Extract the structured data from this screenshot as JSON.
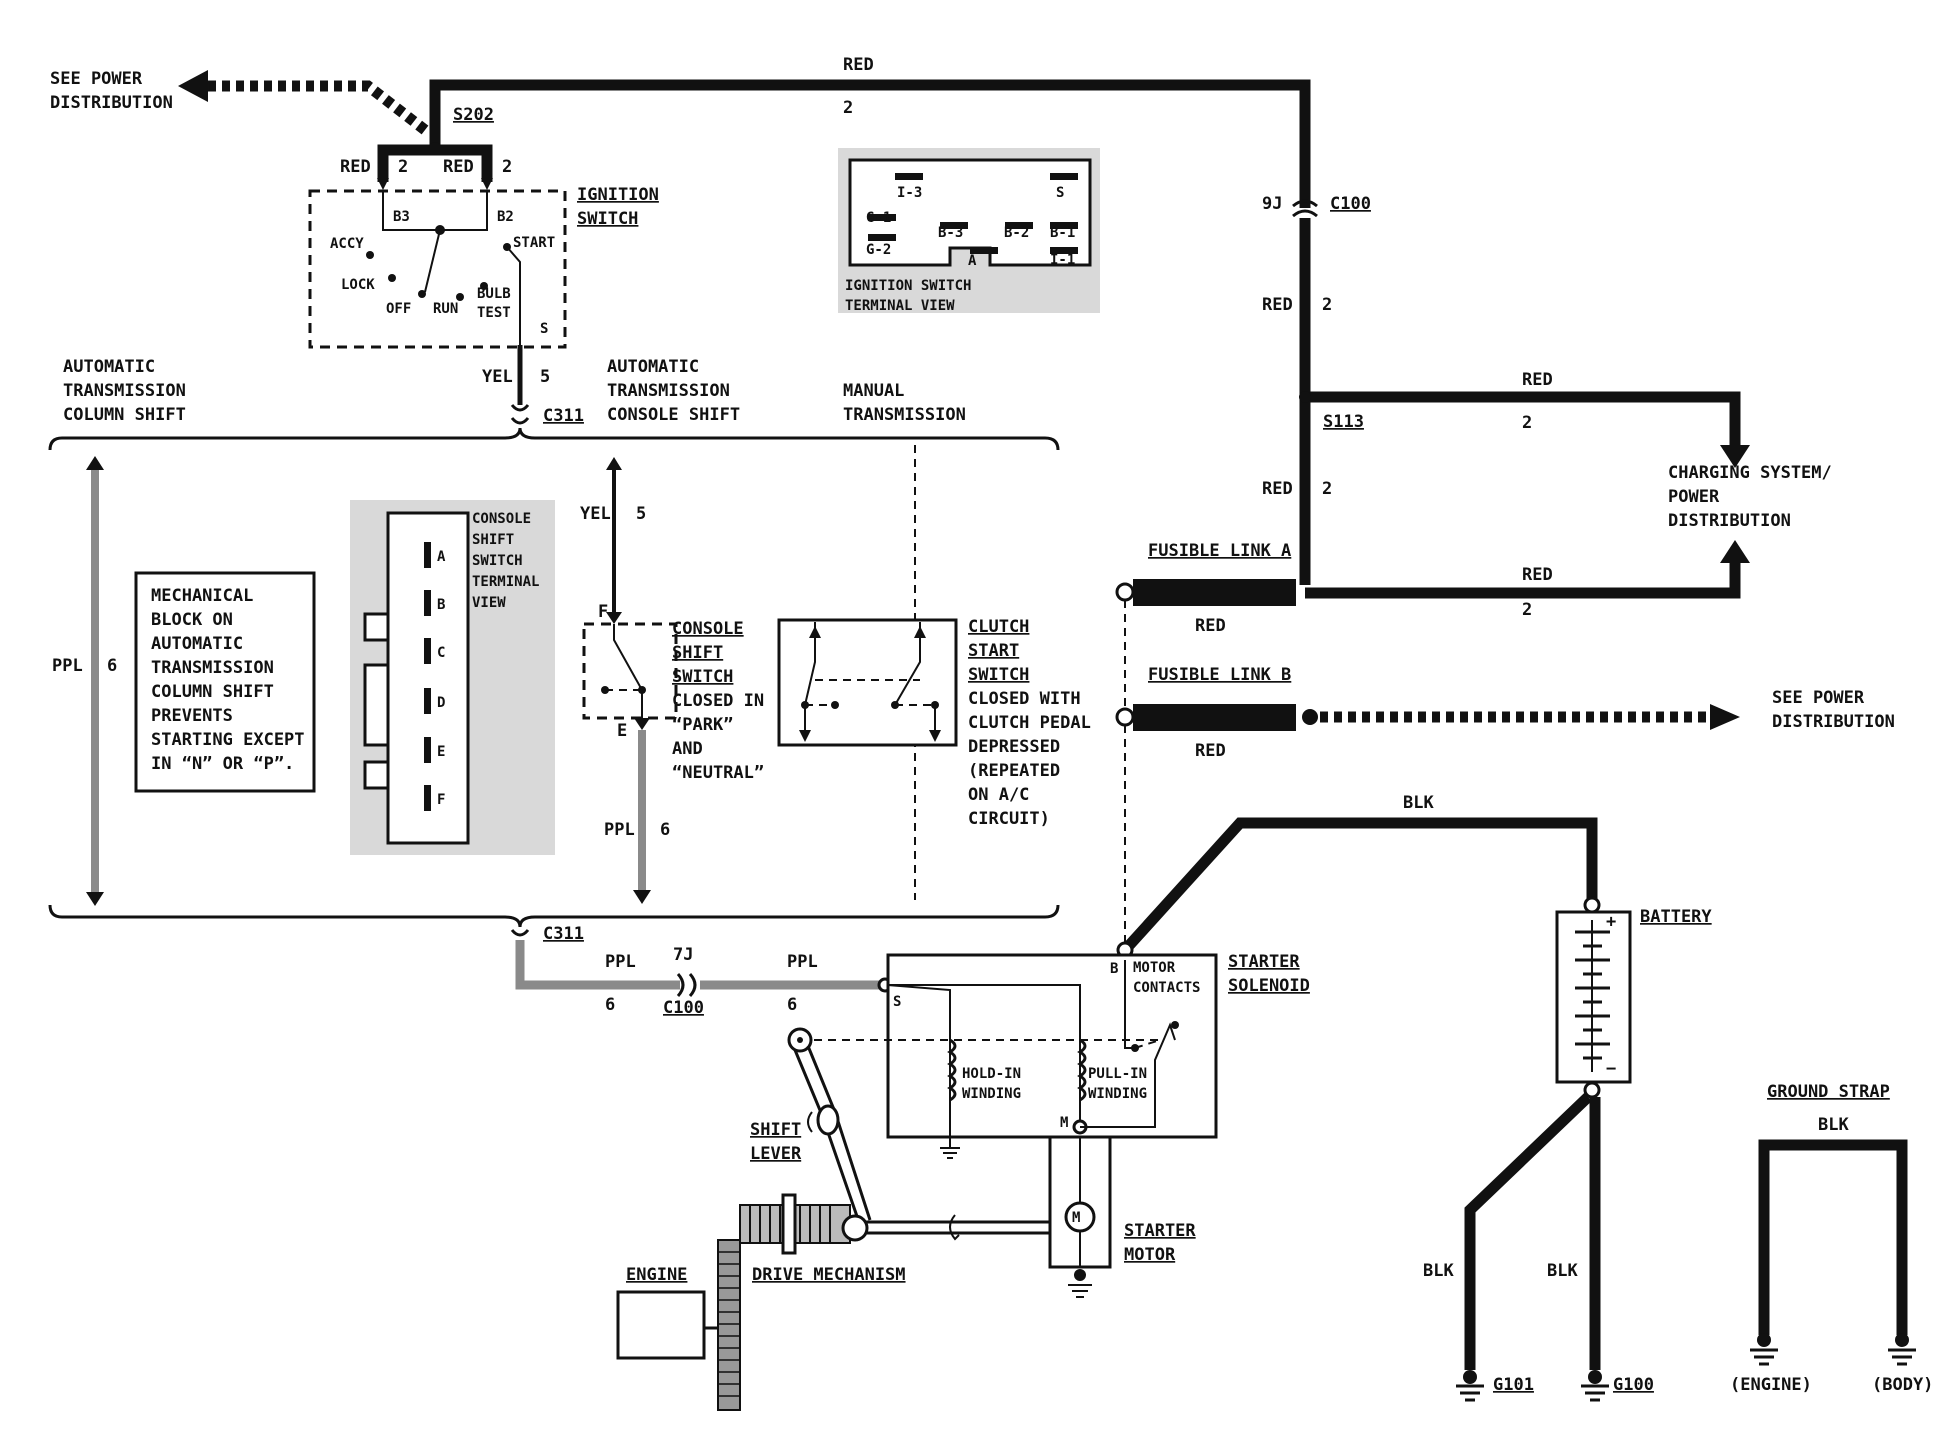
{
  "power_top_left": [
    "SEE POWER",
    "DISTRIBUTION"
  ],
  "splices": {
    "s202": "S202",
    "s113": "S113"
  },
  "top_wire": {
    "color": "RED",
    "circuit": "2"
  },
  "ignition_feeds": {
    "left_color": "RED",
    "left_circuit": "2",
    "right_color": "RED",
    "right_circuit": "2"
  },
  "ignition_switch": {
    "title": [
      "IGNITION",
      "SWITCH"
    ],
    "terminals": {
      "b3": "B3",
      "b2": "B2",
      "s": "S"
    },
    "positions": {
      "accy": "ACCY",
      "lock": "LOCK",
      "off": "OFF",
      "run": "RUN",
      "bulb": "BULB",
      "test": "TEST",
      "start": "START"
    }
  },
  "ignition_terminal_view": {
    "caption": [
      "IGNITION SWITCH",
      "TERMINAL VIEW"
    ],
    "terminals": [
      "I-3",
      "S",
      "G-1",
      "B-3",
      "B-2",
      "B-1",
      "G-2",
      "A",
      "I-1"
    ]
  },
  "c100_top": {
    "pin": "9J",
    "connector": "C100"
  },
  "red_wire_right": {
    "color": "RED",
    "circuit": "2"
  },
  "charging": {
    "color_upper": "RED",
    "circuit_upper": "2",
    "color_lower": "RED",
    "circuit_lower": "2",
    "text": [
      "CHARGING SYSTEM/",
      "POWER",
      "DISTRIBUTION"
    ]
  },
  "fusible_a": {
    "label": "FUSIBLE LINK A",
    "color": "RED"
  },
  "fusible_b": {
    "label": "FUSIBLE LINK B",
    "color": "RED"
  },
  "power_right": [
    "SEE POWER",
    "DISTRIBUTION"
  ],
  "yel_top": {
    "color": "YEL",
    "circuit": "5"
  },
  "c311": "C311",
  "sections": {
    "auto_column": [
      "AUTOMATIC",
      "TRANSMISSION",
      "COLUMN SHIFT"
    ],
    "auto_console": [
      "AUTOMATIC",
      "TRANSMISSION",
      "CONSOLE SHIFT"
    ],
    "manual": [
      "MANUAL",
      "TRANSMISSION"
    ]
  },
  "ppl_left": {
    "color": "PPL",
    "circuit": "6"
  },
  "mechanical_note": [
    "MECHANICAL",
    "BLOCK ON",
    "AUTOMATIC",
    "TRANSMISSION",
    "COLUMN SHIFT",
    "PREVENTS",
    "STARTING EXCEPT",
    "IN “N” OR “P”."
  ],
  "console_terminal_view": {
    "caption": [
      "CONSOLE",
      "SHIFT",
      "SWITCH",
      "TERMINAL",
      "VIEW"
    ],
    "terminals": [
      "A",
      "B",
      "C",
      "D",
      "E",
      "F"
    ]
  },
  "yel_console": {
    "color": "YEL",
    "circuit": "5"
  },
  "console_switch": {
    "pin_top": "F",
    "pin_bottom": "E",
    "title": [
      "CONSOLE",
      "SHIFT",
      "SWITCH"
    ],
    "note": [
      "CLOSED IN",
      "“PARK”",
      "AND",
      "“NEUTRAL”"
    ]
  },
  "ppl_console": {
    "color": "PPL",
    "circuit": "6"
  },
  "clutch_switch": {
    "title": [
      "CLUTCH",
      "START",
      "SWITCH"
    ],
    "note": [
      "CLOSED WITH",
      "CLUTCH PEDAL",
      "DEPRESSED",
      "(REPEATED",
      "ON A/C",
      "CIRCUIT)"
    ]
  },
  "ppl_bottom": {
    "color_left": "PPL",
    "circuit_left": "6",
    "pin": "7J",
    "connector": "C100",
    "color_right": "PPL",
    "circuit_right": "6"
  },
  "blk_top": "BLK",
  "battery": {
    "label": "BATTERY",
    "pos": "+",
    "neg": "−"
  },
  "solenoid": {
    "title": [
      "STARTER",
      "SOLENOID"
    ],
    "b": "B",
    "s": "S",
    "m": "M",
    "contacts": [
      "MOTOR",
      "CONTACTS"
    ],
    "hold": [
      "HOLD-IN",
      "WINDING"
    ],
    "pull": [
      "PULL-IN",
      "WINDING"
    ]
  },
  "shift_lever": [
    "SHIFT",
    "LEVER"
  ],
  "starter_motor": {
    "title": [
      "STARTER",
      "MOTOR"
    ],
    "symbol": "M"
  },
  "engine": "ENGINE",
  "drive_mechanism": "DRIVE MECHANISM",
  "grounds": {
    "g101_color": "BLK",
    "g101": "G101",
    "g100_color": "BLK",
    "g100": "G100"
  },
  "ground_strap": {
    "title": "GROUND STRAP",
    "color": "BLK",
    "engine": "(ENGINE)",
    "body": "(BODY)"
  }
}
